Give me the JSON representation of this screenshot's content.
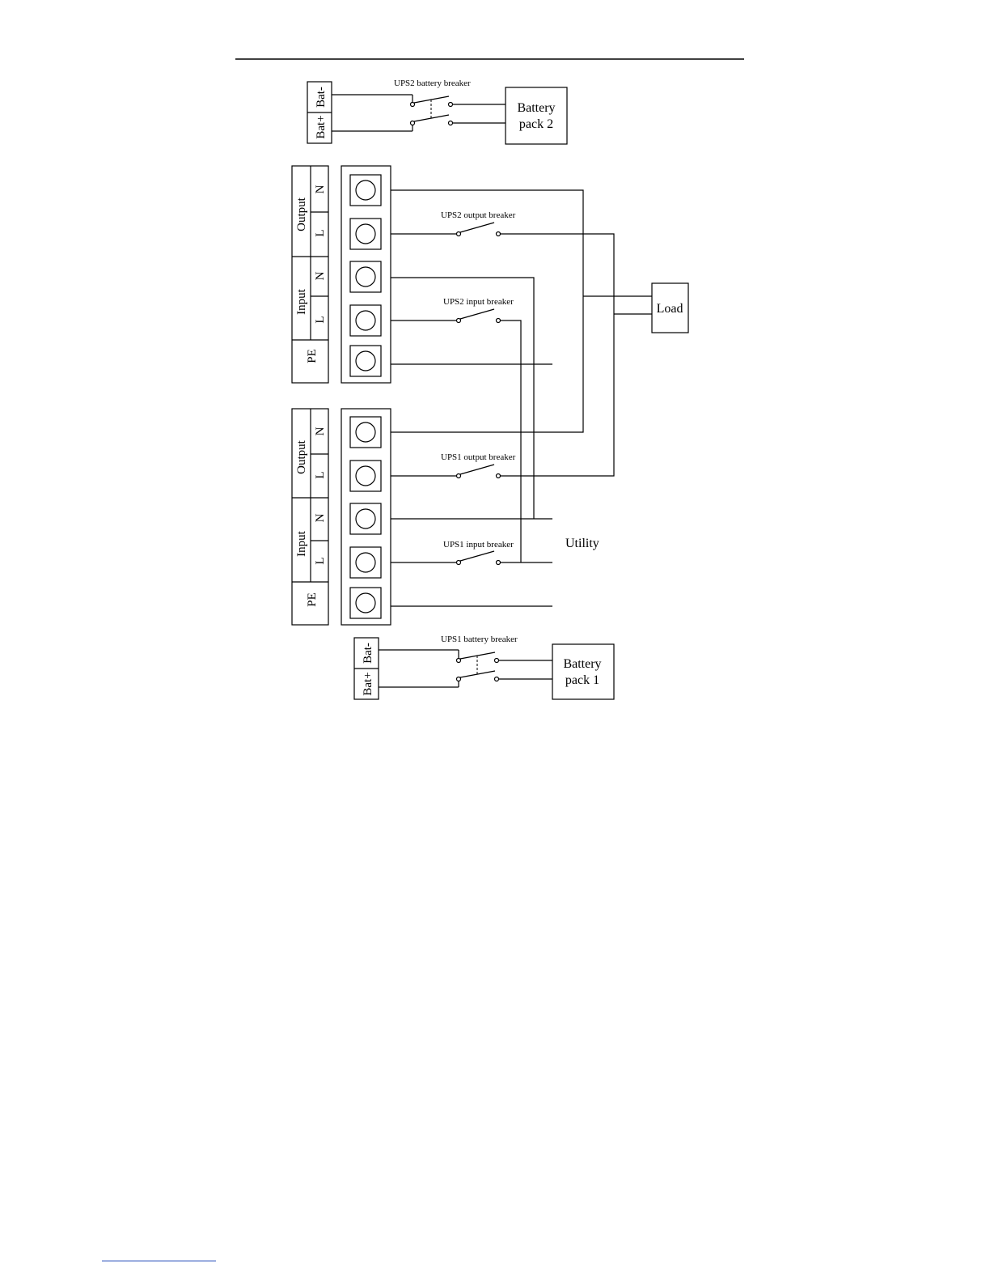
{
  "labels": {
    "ups2_battery_breaker": "UPS2 battery breaker",
    "ups2_output_breaker": "UPS2 output breaker",
    "ups2_input_breaker": "UPS2 input breaker",
    "ups1_output_breaker": "UPS1 output breaker",
    "ups1_input_breaker": "UPS1 input breaker",
    "ups1_battery_breaker": "UPS1 battery breaker",
    "battery_pack_2": [
      "Battery",
      "pack 2"
    ],
    "battery_pack_1": [
      "Battery",
      "pack 1"
    ],
    "load": "Load",
    "utility": "Utility",
    "bat_neg": "Bat-",
    "bat_pos": "Bat+",
    "output": "Output",
    "input": "Input",
    "pe": "PE",
    "n": "N",
    "l": "L"
  }
}
